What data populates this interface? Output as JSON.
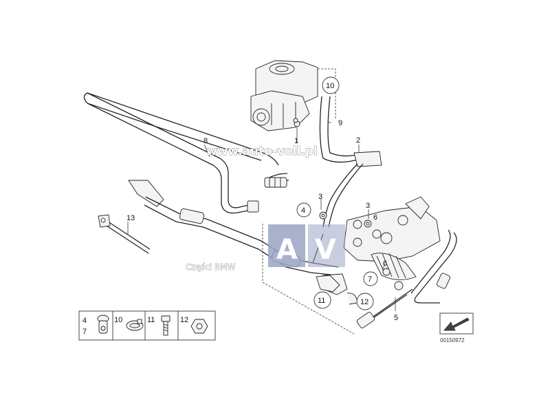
{
  "watermark": {
    "url": "www.auto-voll.pl",
    "logo_left": "A",
    "logo_right": "V",
    "caption": "Części BMW"
  },
  "callouts": {
    "p1": "1",
    "p2": "2",
    "p3a": "3",
    "p3b": "3",
    "p4": "4",
    "p5": "5",
    "p6a": "6",
    "p6b": "6",
    "p7": "7",
    "p8": "8",
    "p9": "9",
    "p10": "10",
    "p11": "11",
    "p12": "12",
    "p13": "13"
  },
  "legend": {
    "item_4": "4",
    "item_7": "7",
    "item_10": "10",
    "item_11": "11",
    "item_12": "12"
  },
  "diagram_number": "00150972",
  "colors": {
    "watermark_box": "#9aa4c4",
    "line": "#222222",
    "nav_arrow": "#444444"
  }
}
